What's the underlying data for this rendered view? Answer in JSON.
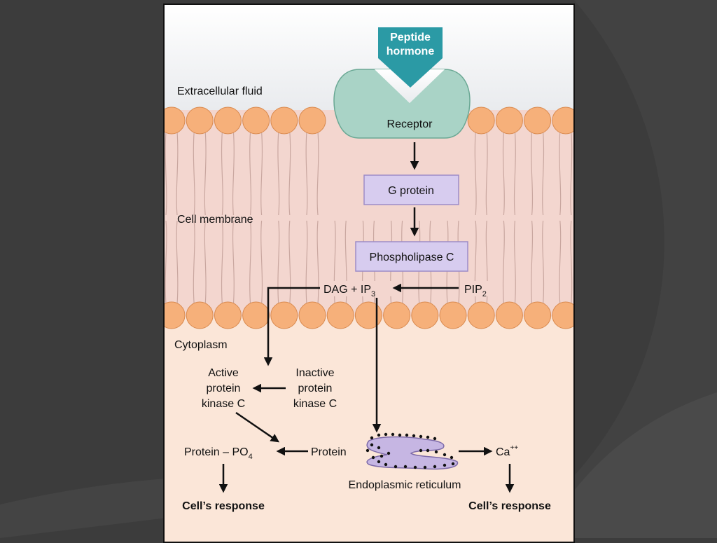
{
  "slide": {
    "background_color": "#3c3c3c",
    "accent_color": "#4a4a4a"
  },
  "diagram": {
    "colors": {
      "fluid_top": "#e9ebee",
      "membrane_band": "#f3d6cf",
      "cytoplasm": "#fbe6d8",
      "head_fill": "#f6b07a",
      "head_stroke": "#d98a4f",
      "tail_stroke": "#c9a7a0",
      "receptor_fill": "#a9d3c6",
      "receptor_stroke": "#6aa894",
      "hormone_fill": "#2b9aa5",
      "box_fill": "#d7ccef",
      "box_stroke": "#9d8cc7",
      "er_fill": "#c6b6e3",
      "er_stroke": "#7d6aa8",
      "arrow": "#111111"
    },
    "labels": {
      "hormone_line1": "Peptide",
      "hormone_line2": "hormone",
      "extracellular": "Extracellular fluid",
      "receptor": "Receptor",
      "g_protein": "G protein",
      "cell_membrane": "Cell membrane",
      "phospholipase": "Phospholipase C",
      "dag_ip3_main": "DAG + IP",
      "dag_ip3_sub": "3",
      "pip2_main": "PIP",
      "pip2_sub": "2",
      "cytoplasm": "Cytoplasm",
      "active_l1": "Active",
      "active_l2": "protein",
      "active_l3": "kinase C",
      "inactive_l1": "Inactive",
      "inactive_l2": "protein",
      "inactive_l3": "kinase C",
      "protein_po4_main": "Protein – PO",
      "protein_po4_sub": "4",
      "protein": "Protein",
      "er": "Endoplasmic reticulum",
      "ca_main": "Ca",
      "ca_sup": "++",
      "response_left": "Cell’s response",
      "response_right": "Cell’s response"
    }
  }
}
